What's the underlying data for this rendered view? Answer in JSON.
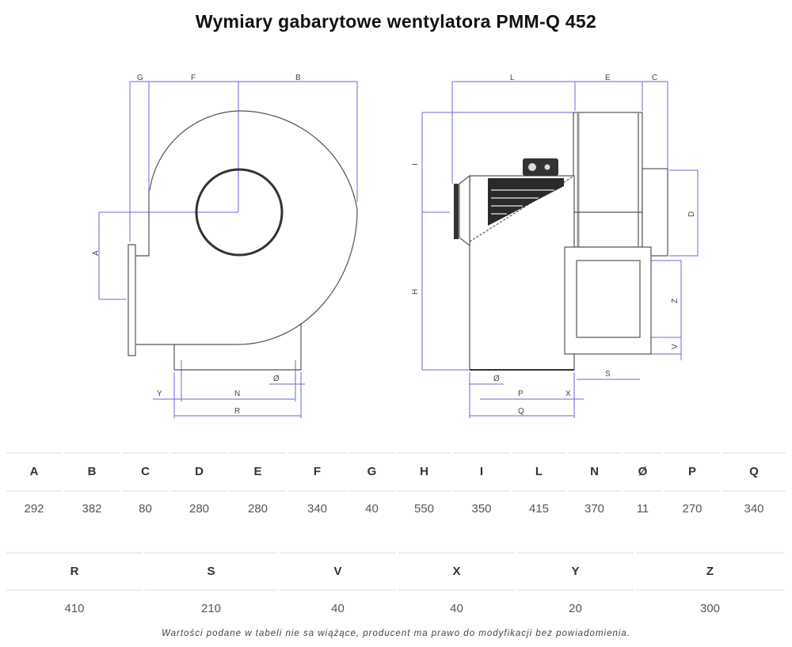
{
  "title": "Wymiary gabarytowe wentylatora PMM-Q 452",
  "drawing": {
    "side_view_labels": {
      "G": "G",
      "F": "F",
      "B": "B",
      "A": "A",
      "Y": "Y",
      "N": "N",
      "R": "R",
      "O": "Ø"
    },
    "front_view_labels": {
      "L": "L",
      "E": "E",
      "C": "C",
      "I": "I",
      "H": "H",
      "D": "D",
      "Z": "Z",
      "V": "V",
      "S": "S",
      "P": "P",
      "X": "X",
      "Q": "Q",
      "O": "Ø"
    },
    "colors": {
      "dimension": "#5a5ad0",
      "outline": "#555555"
    }
  },
  "table1": {
    "headers": [
      "A",
      "B",
      "C",
      "D",
      "E",
      "F",
      "G",
      "H",
      "I",
      "L",
      "N",
      "Ø",
      "P",
      "Q"
    ],
    "values": [
      "292",
      "382",
      "80",
      "280",
      "280",
      "340",
      "40",
      "550",
      "350",
      "415",
      "370",
      "11",
      "270",
      "340"
    ]
  },
  "table2": {
    "headers": [
      "R",
      "S",
      "V",
      "X",
      "Y",
      "Z"
    ],
    "values": [
      "410",
      "210",
      "40",
      "40",
      "20",
      "300"
    ]
  },
  "footer": "Wartości podane w tabeli nie sa wiążące, producent ma prawo do modyfikacji bez powiadomienia."
}
